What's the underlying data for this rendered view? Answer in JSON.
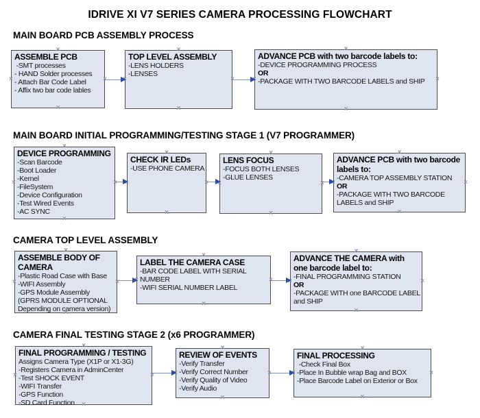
{
  "title": "IDRIVE XI V7 SERIES CAMERA PROCESSING FLOWCHART",
  "ui": {
    "handle_glyph": "×"
  },
  "colors": {
    "box_fill": "#dee5f1",
    "box_border": "#4d4d4d",
    "arrow_line": "#8091b8",
    "arrow_head": "#2c4da1"
  },
  "sections": [
    {
      "heading": "MAIN BOARD PCB ASSEMBLY PROCESS",
      "boxes": [
        {
          "title": "ASSEMBLE PCB",
          "lines": [
            " -SMT processes",
            "- HAND Solder processes",
            "- Attach Bar Code Label",
            "- Affix two bar code lables"
          ]
        },
        {
          "title": "TOP LEVEL ASSEMBLY",
          "lines": [
            "-LENS HOLDERS",
            "-LENSES"
          ]
        },
        {
          "title": "ADVANCE PCB with two barcode labels to:",
          "lines": [
            "-DEVICE PROGRAMMING PROCESS",
            "OR",
            "-PACKAGE WITH TWO BARCODE LABELS and SHIP"
          ]
        }
      ]
    },
    {
      "heading": "MAIN BOARD INITIAL PROGRAMMING/TESTING STAGE 1 (V7 PROGRAMMER)",
      "boxes": [
        {
          "title": "DEVICE PROGRAMMING",
          "lines": [
            "-Scan Barcode",
            "-Boot Loader",
            "-Kernel",
            "-FileSystem",
            "-Device Configuration",
            "-Test Wired Events",
            "-AC SYNC"
          ]
        },
        {
          "title": "CHECK IR LEDs",
          "lines": [
            "-USE PHONE CAMERA"
          ]
        },
        {
          "title": "LENS FOCUS",
          "lines": [
            "-FOCUS BOTH LENSES",
            "-GLUE LENSES"
          ]
        },
        {
          "title": "ADVANCE PCB with two barcode labels to:",
          "lines": [
            "-CAMERA TOP ASSEMBLY STATION",
            "OR",
            "-PACKAGE WITH TWO BARCODE LABELS and SHIP"
          ]
        }
      ]
    },
    {
      "heading": "CAMERA TOP LEVEL ASSEMBLY",
      "boxes": [
        {
          "title": "ASSEMBLE BODY OF CAMERA",
          "lines": [
            "-Plastic Road Case with Base",
            "-WIFI Assembly",
            "-GPS Module Assembly",
            "(GPRS MODULE OPTIONAL",
            "Depending on camera version)"
          ]
        },
        {
          "title": "LABEL THE CAMERA CASE",
          "lines": [
            "-BAR CODE LABEL WITH SERIAL NUMBER",
            "-WIFI SERIAL NUMBER LABEL"
          ]
        },
        {
          "title": "ADVANCE THE CAMERA with one barcode label to:",
          "lines": [
            "-FINAL PROGRAMMING STATION",
            "OR",
            "-PACKAGE WITH one BARCODE LABEL and SHIP"
          ]
        }
      ]
    },
    {
      "heading": "CAMERA FINAL TESTING STAGE 2 (x6 PROGRAMMER)",
      "boxes": [
        {
          "title": "FINAL PROGRAMMING / TESTING",
          "lines": [
            "Assigns Camera Type (X1P or X1-3G)",
            "-Registers Camera in AdminCenter",
            "-Test SHOCK EVENT",
            "-WIFI Transfer",
            "-GPS Function",
            "-SD Card Function"
          ]
        },
        {
          "title": "REVIEW OF EVENTS",
          "lines": [
            "-Verify Transfer",
            "-Verify Correct Number",
            "-Verify Quality of Video",
            "-Verify Audio"
          ]
        },
        {
          "title": "FINAL PROCESSING",
          "lines": [
            " -Check Final Box",
            "-Place In Bubble wrap Bag and BOX",
            "-Place Barcode Label on Exterior or Box"
          ]
        }
      ]
    }
  ]
}
